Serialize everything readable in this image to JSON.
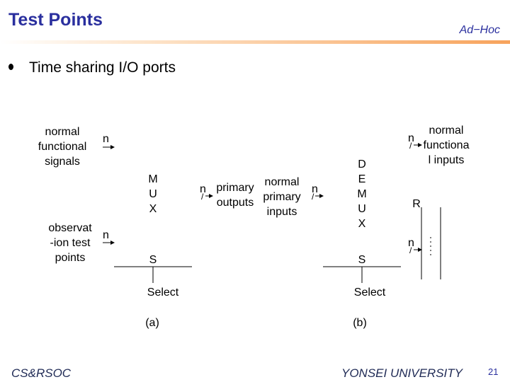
{
  "slide": {
    "title": "Test Points",
    "tag": "Ad−Hoc",
    "bullet": "Time sharing I/O ports",
    "footer_left": "CS&RSOC",
    "footer_right": "YONSEI UNIVERSITY",
    "page_number": "21"
  },
  "diagram_a": {
    "input_top_lines": [
      "normal",
      "functional",
      "signals"
    ],
    "input_bottom_lines": [
      "observat",
      "-ion test",
      "points"
    ],
    "n_top": "n",
    "n_bottom": "n",
    "mux_lines": [
      "M",
      "U",
      "X"
    ],
    "s_label": "S",
    "select_label": "Select",
    "n_out": "n",
    "output_lines": [
      "primary",
      "outputs"
    ],
    "caption": "(a)"
  },
  "diagram_b": {
    "input_lines": [
      "normal",
      "primary",
      "inputs"
    ],
    "n_in": "n",
    "demux_lines": [
      "D",
      "E",
      "M",
      "U",
      "X"
    ],
    "s_label": "S",
    "select_label": "Select",
    "n_top": "n",
    "n_bottom": "n",
    "output_top_lines": [
      "normal",
      "functiona",
      "l inputs"
    ],
    "r_label": "R",
    "caption": "(b)"
  }
}
